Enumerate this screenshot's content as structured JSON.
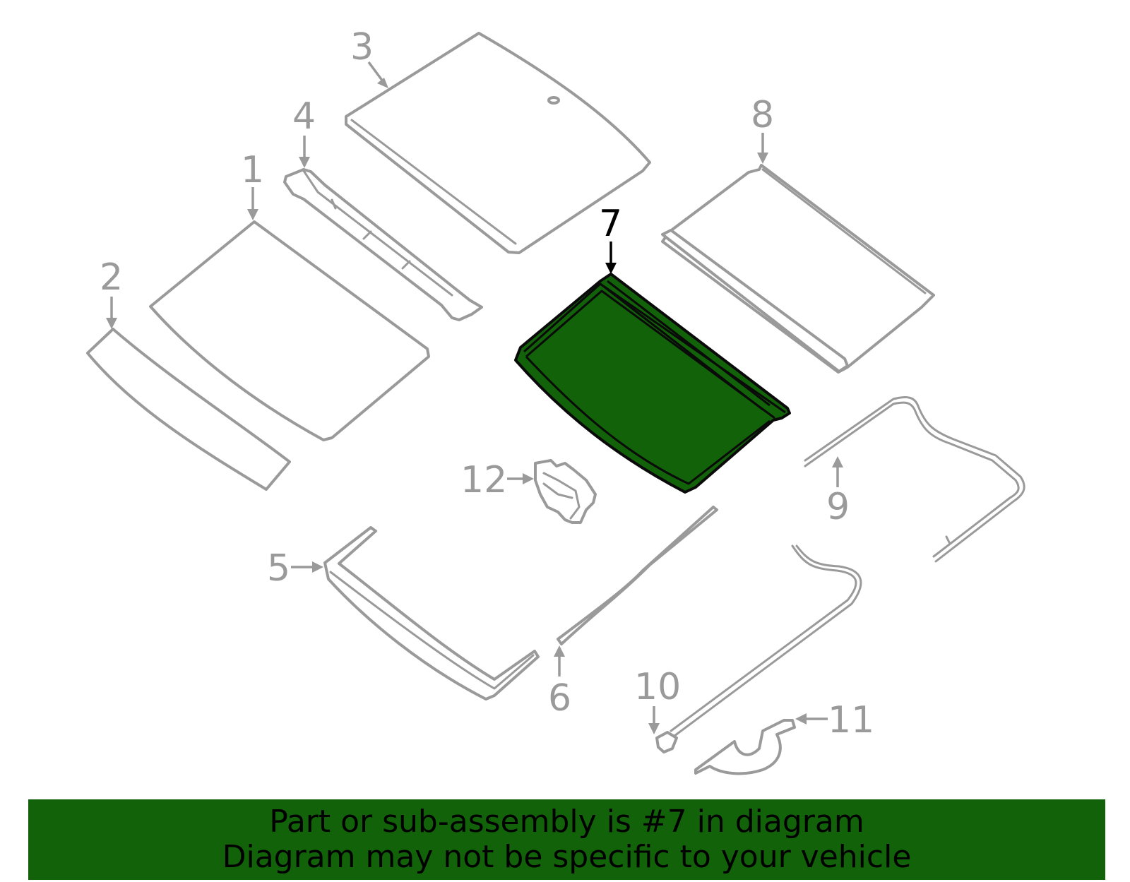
{
  "diagram": {
    "highlighted_part": "7",
    "callouts": [
      "1",
      "2",
      "3",
      "4",
      "5",
      "6",
      "7",
      "8",
      "9",
      "10",
      "11",
      "12"
    ],
    "colors": {
      "part_outline": "#9a9a9a",
      "highlight_fill": "#116208",
      "banner_bg": "#116208"
    }
  },
  "banner": {
    "line1": "Part or sub-assembly is #7 in diagram",
    "line2": "Diagram may not be specific to your vehicle"
  }
}
